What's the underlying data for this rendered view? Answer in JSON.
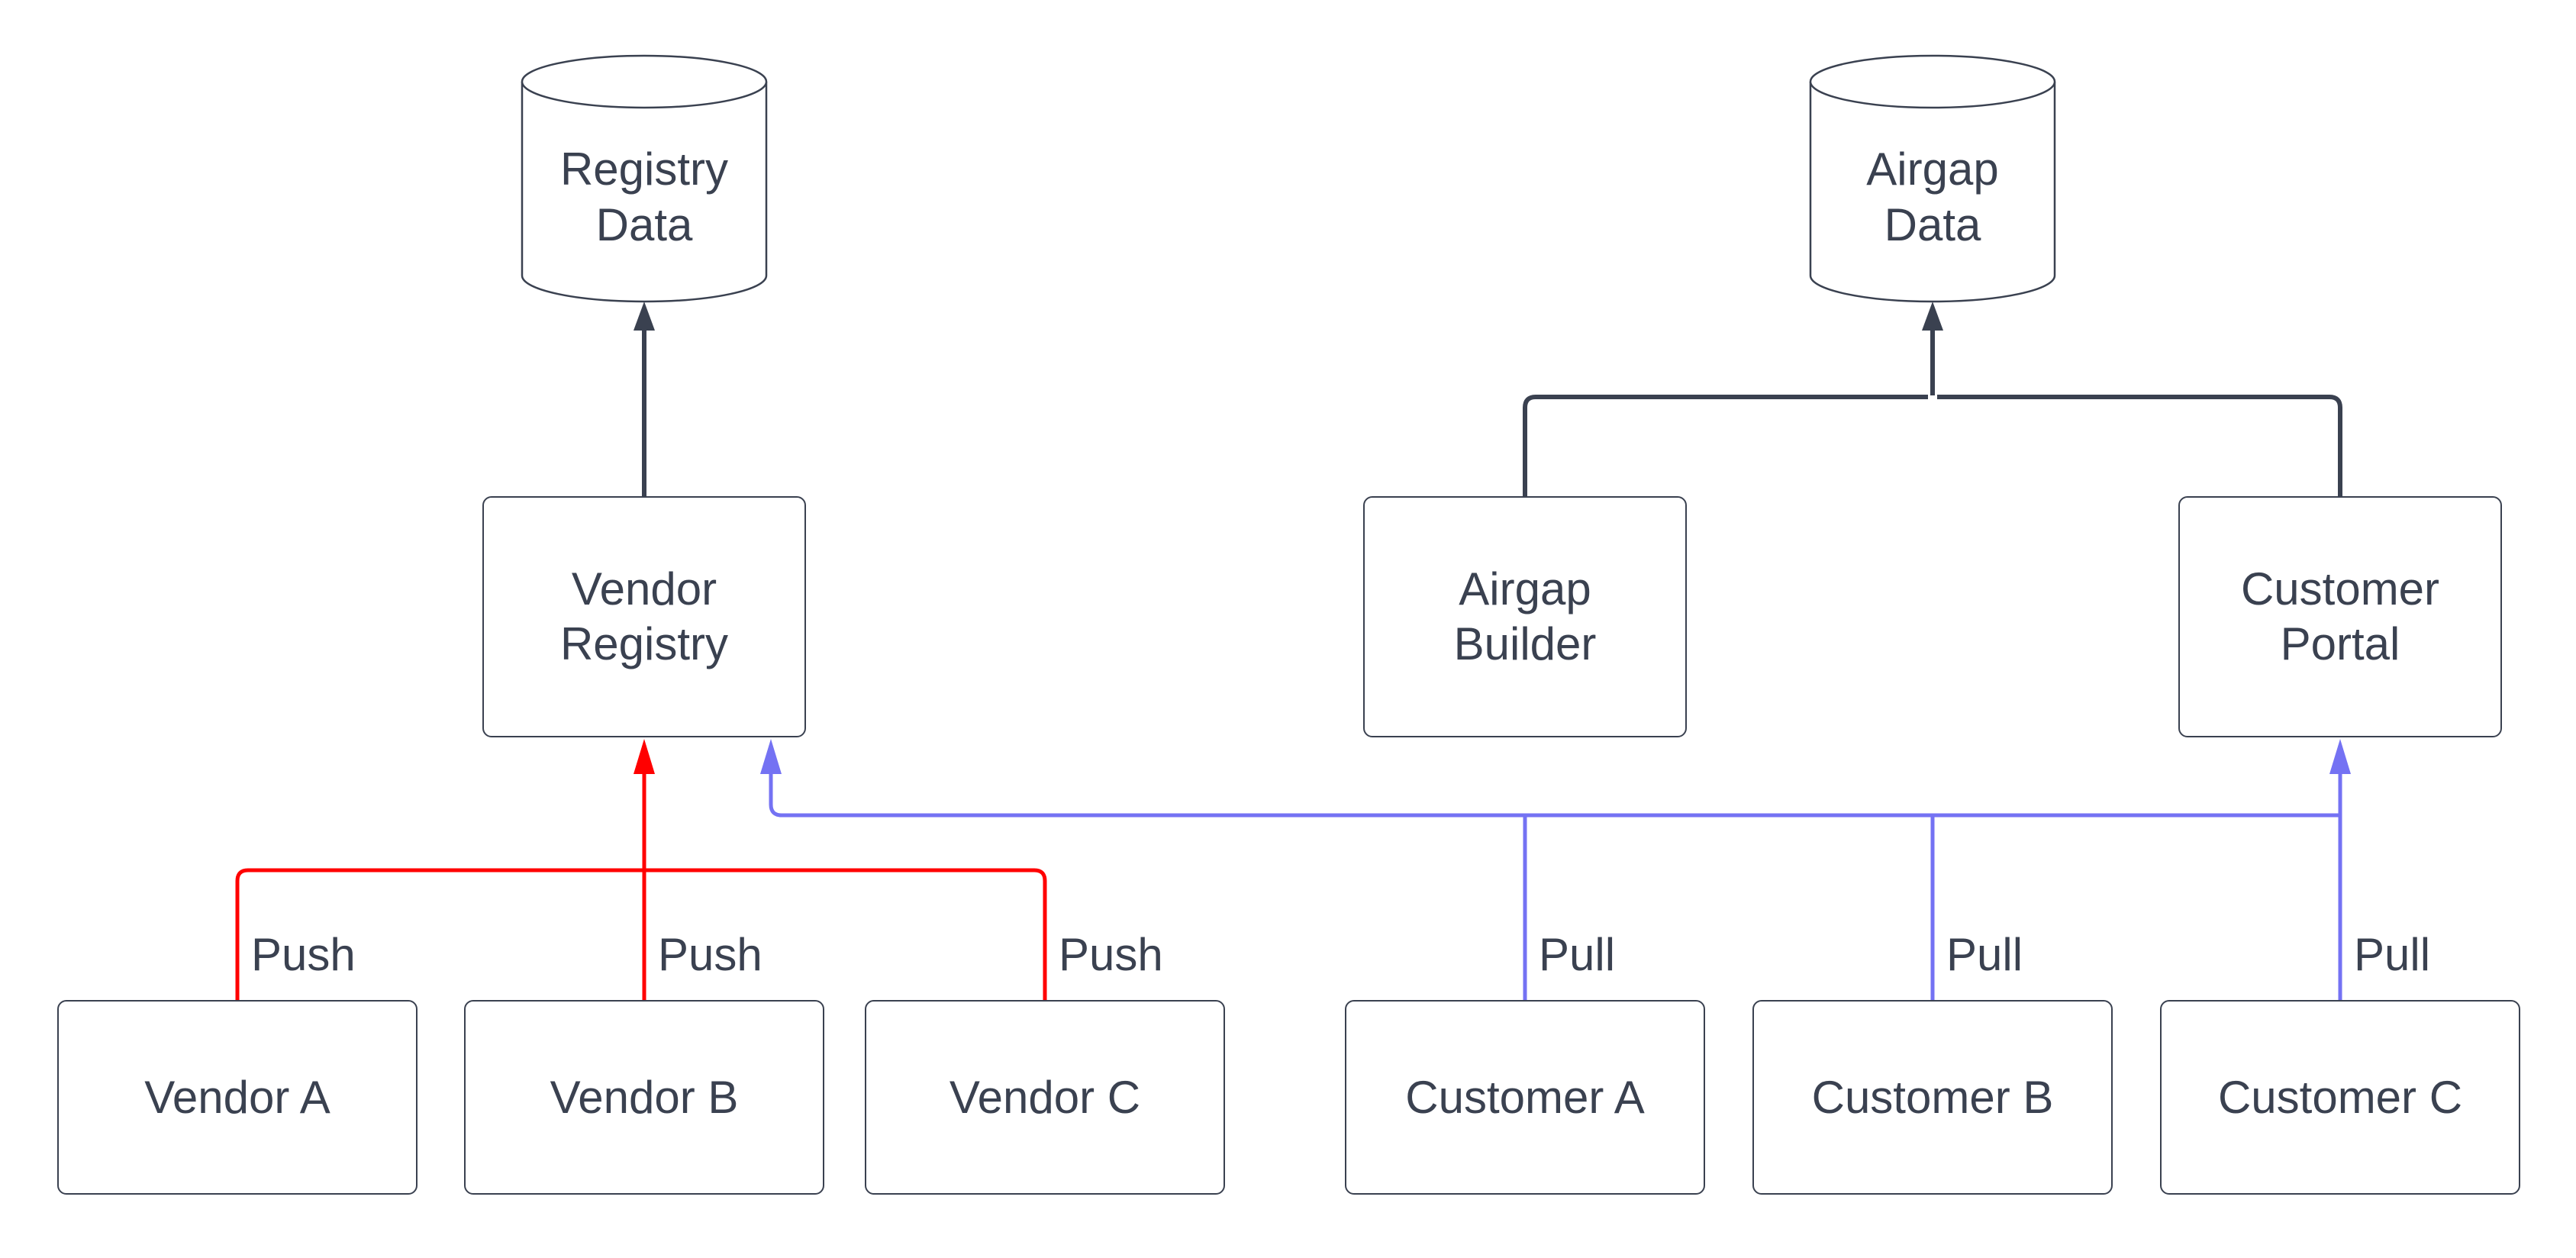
{
  "diagram": {
    "colors": {
      "ink": "#3a4150",
      "push_red": "#ff0000",
      "pull_blue": "#7472f3",
      "node_fill": "#ffffff",
      "background": "#ffffff"
    },
    "nodes": {
      "registry_data": {
        "label": "Registry\nData",
        "shape": "cylinder"
      },
      "airgap_data": {
        "label": "Airgap\nData",
        "shape": "cylinder"
      },
      "vendor_registry": {
        "label": "Vendor\nRegistry",
        "shape": "rect"
      },
      "airgap_builder": {
        "label": "Airgap\nBuilder",
        "shape": "rect"
      },
      "customer_portal": {
        "label": "Customer\nPortal",
        "shape": "rect"
      },
      "vendor_a": {
        "label": "Vendor A",
        "shape": "rect"
      },
      "vendor_b": {
        "label": "Vendor B",
        "shape": "rect"
      },
      "vendor_c": {
        "label": "Vendor C",
        "shape": "rect"
      },
      "customer_a": {
        "label": "Customer A",
        "shape": "rect"
      },
      "customer_b": {
        "label": "Customer B",
        "shape": "rect"
      },
      "customer_c": {
        "label": "Customer C",
        "shape": "rect"
      }
    },
    "edge_labels": {
      "push_a": "Push",
      "push_b": "Push",
      "push_c": "Push",
      "pull_a": "Pull",
      "pull_b": "Pull",
      "pull_c": "Pull"
    }
  }
}
